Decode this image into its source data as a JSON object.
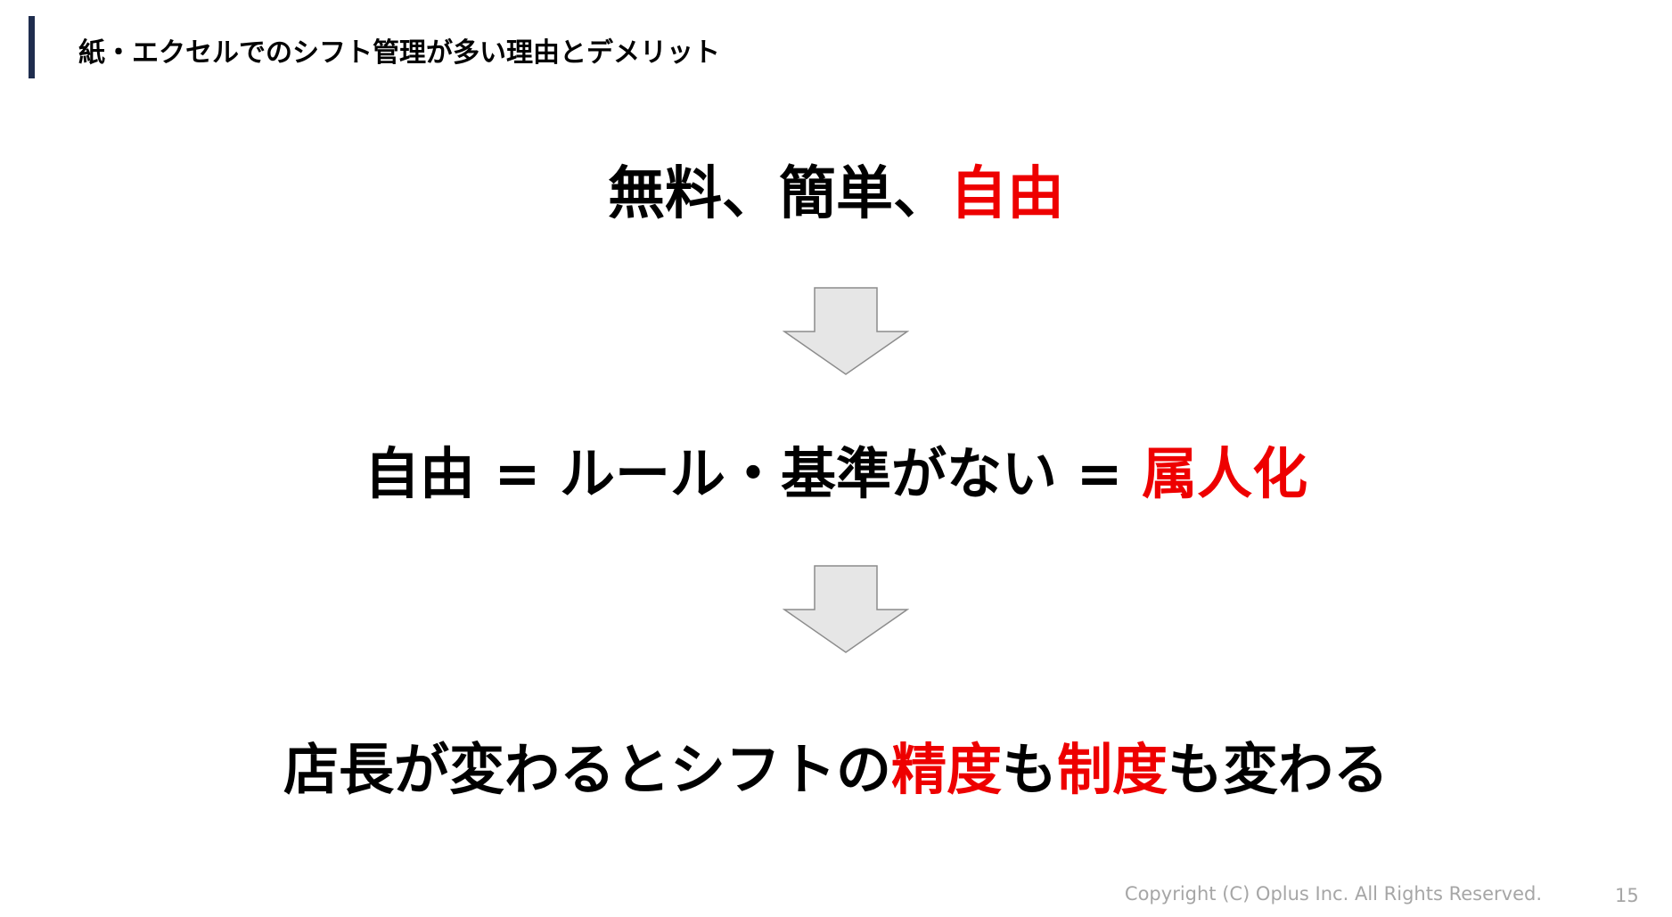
{
  "header": {
    "title": "紙・エクセルでのシフト管理が多い理由とデメリット"
  },
  "line1": {
    "part1": "無料、簡単、",
    "part2": "自由"
  },
  "line2": {
    "part1": "自由 = ルール・基準がない = ",
    "part2": "属人化"
  },
  "line3": {
    "part1": "店長が変わるとシフトの",
    "part2": "精度",
    "part3": "も",
    "part4": "制度",
    "part5": "も変わる"
  },
  "footer": {
    "copyright": "Copyright (C) Oplus Inc. All Rights Reserved.",
    "page_number": "15"
  },
  "colors": {
    "accent_red": "#ee0000",
    "header_bar": "#1f2d4e",
    "arrow_fill": "#e6e6e6",
    "arrow_stroke": "#8c8c8c",
    "footer_gray": "#a6a6a6"
  }
}
